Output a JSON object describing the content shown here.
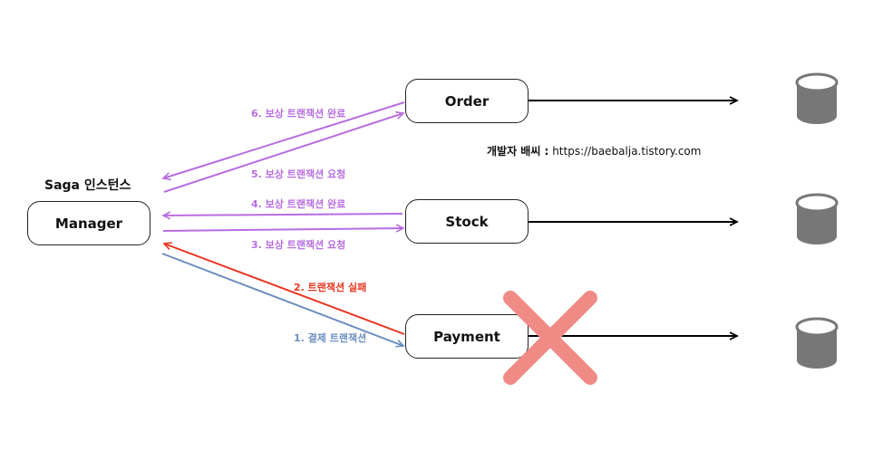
{
  "title": "Saga 인스턴스",
  "manager_label": "Manager",
  "services": [
    {
      "name": "Order"
    },
    {
      "name": "Stock"
    },
    {
      "name": "Payment"
    }
  ],
  "credit": {
    "author": "개발자 배씨 :",
    "url": "https://baebalja.tistory.com"
  },
  "steps": [
    {
      "label": "1. 결제 트랜잭션",
      "color": "#6c8ebf"
    },
    {
      "label": "2. 트랜잭션 실패",
      "color": "#e8351f"
    },
    {
      "label": "3. 보상 트랜잭션 요청",
      "color": "#b86de0"
    },
    {
      "label": "4. 보상 트랜잭션 완료",
      "color": "#b86de0"
    },
    {
      "label": "5. 보상 트랜잭션 요청",
      "color": "#b86de0"
    },
    {
      "label": "6. 보상 트랜잭션 완료",
      "color": "#b86de0"
    }
  ],
  "failure_mark": {
    "color": "#f08a85"
  },
  "database_color": "#777777"
}
